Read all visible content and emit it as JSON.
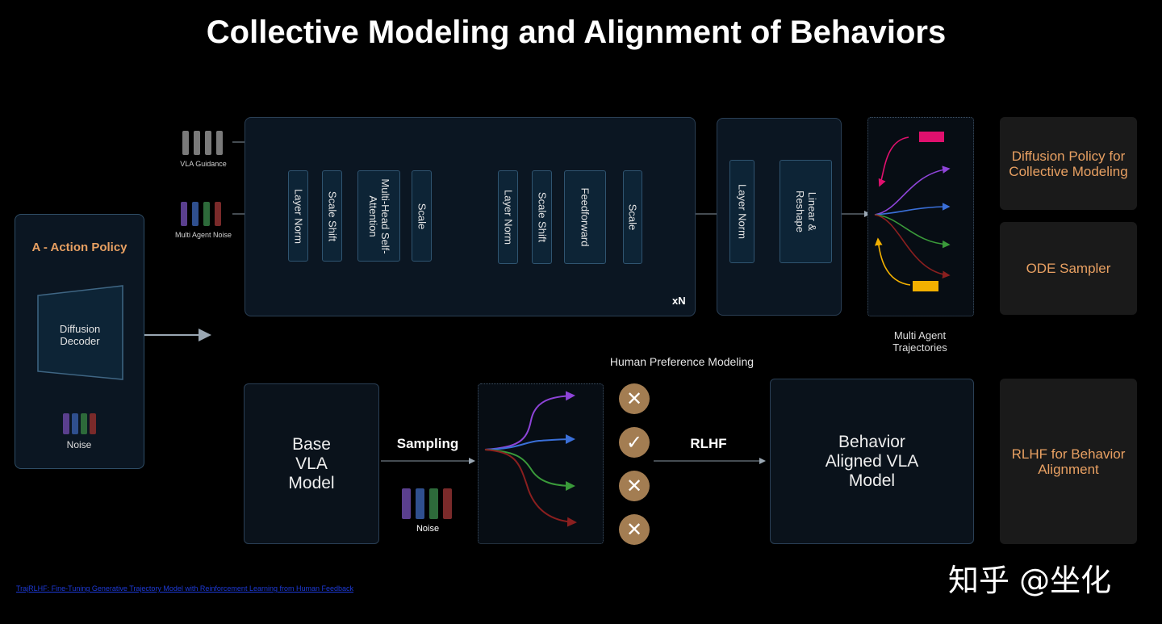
{
  "title": "Collective Modeling and Alignment of Behaviors",
  "action_policy": {
    "title": "A - Action Policy",
    "decoder": "Diffusion Decoder",
    "noise": "Noise"
  },
  "inputs": {
    "vla_guidance": "VLA Guidance",
    "multi_agent_noise": "Multi Agent Noise"
  },
  "transformer_block": {
    "blocks": [
      "Layer Norm",
      "Scale Shift",
      "Multi-Head Self-Attention",
      "Scale",
      "Layer Norm",
      "Scale Shift",
      "Feedforward",
      "Scale"
    ],
    "repeat": "xN"
  },
  "output_block": {
    "blocks": [
      "Layer Norm",
      "Linear & Reshape"
    ]
  },
  "trajectories_label": "Multi Agent Trajectories",
  "side_labels": {
    "diffusion_policy": "Diffusion Policy for Collective Modeling",
    "ode_sampler": "ODE Sampler",
    "rlhf": "RLHF for Behavior Alignment"
  },
  "rlhf_flow": {
    "base_model": "Base VLA Model",
    "sampling": "Sampling",
    "noise": "Noise",
    "preference_title": "Human Preference Modeling",
    "preference_marks": [
      "✕",
      "✓",
      "✕",
      "✕"
    ],
    "rlhf": "RLHF",
    "aligned_model": "Behavior Aligned VLA Model"
  },
  "reference_link": "TrajRLHF: Fine-Tuning Generative Trajectory Model with Reinforcement Learning from Human Feedback",
  "watermark": "知乎 @坐化",
  "colors": {
    "accent_orange": "#e8a062",
    "traj_purple": "#8e44d8",
    "traj_blue": "#3a6fd8",
    "traj_green": "#3a9a3a",
    "traj_red": "#8a1f1f",
    "traj_magenta": "#e0106e",
    "traj_yellow": "#f2b000",
    "check_brown": "#a37d52"
  }
}
